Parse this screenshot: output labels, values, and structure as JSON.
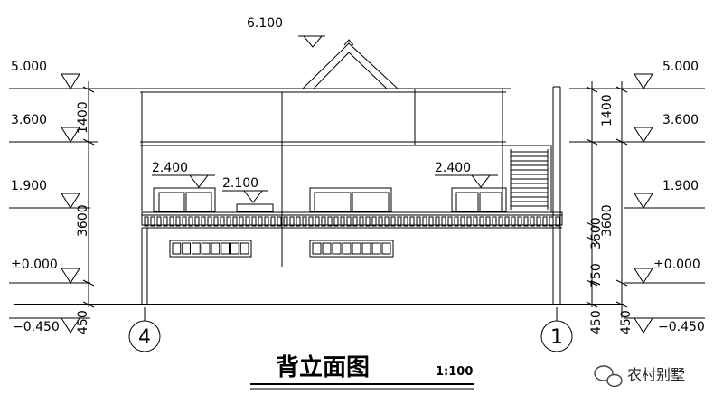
{
  "elevations": {
    "top": "6.100",
    "left": [
      "5.000",
      "3.600",
      "1.900",
      "±0.000",
      "−0.450"
    ],
    "right": [
      "5.000",
      "3.600",
      "1.900",
      "±0.000",
      "−0.450"
    ],
    "window_left": "2.400",
    "window_right": "2.400",
    "sill": "2.100"
  },
  "dimensions": {
    "left": [
      "1400",
      "3600",
      "450"
    ],
    "right": [
      "1400",
      "3600",
      "750",
      "3600",
      "450",
      "450"
    ]
  },
  "axes": {
    "left": "4",
    "right": "1"
  },
  "title": "背立面图",
  "scale": "1:100",
  "watermark": "农村别墅"
}
